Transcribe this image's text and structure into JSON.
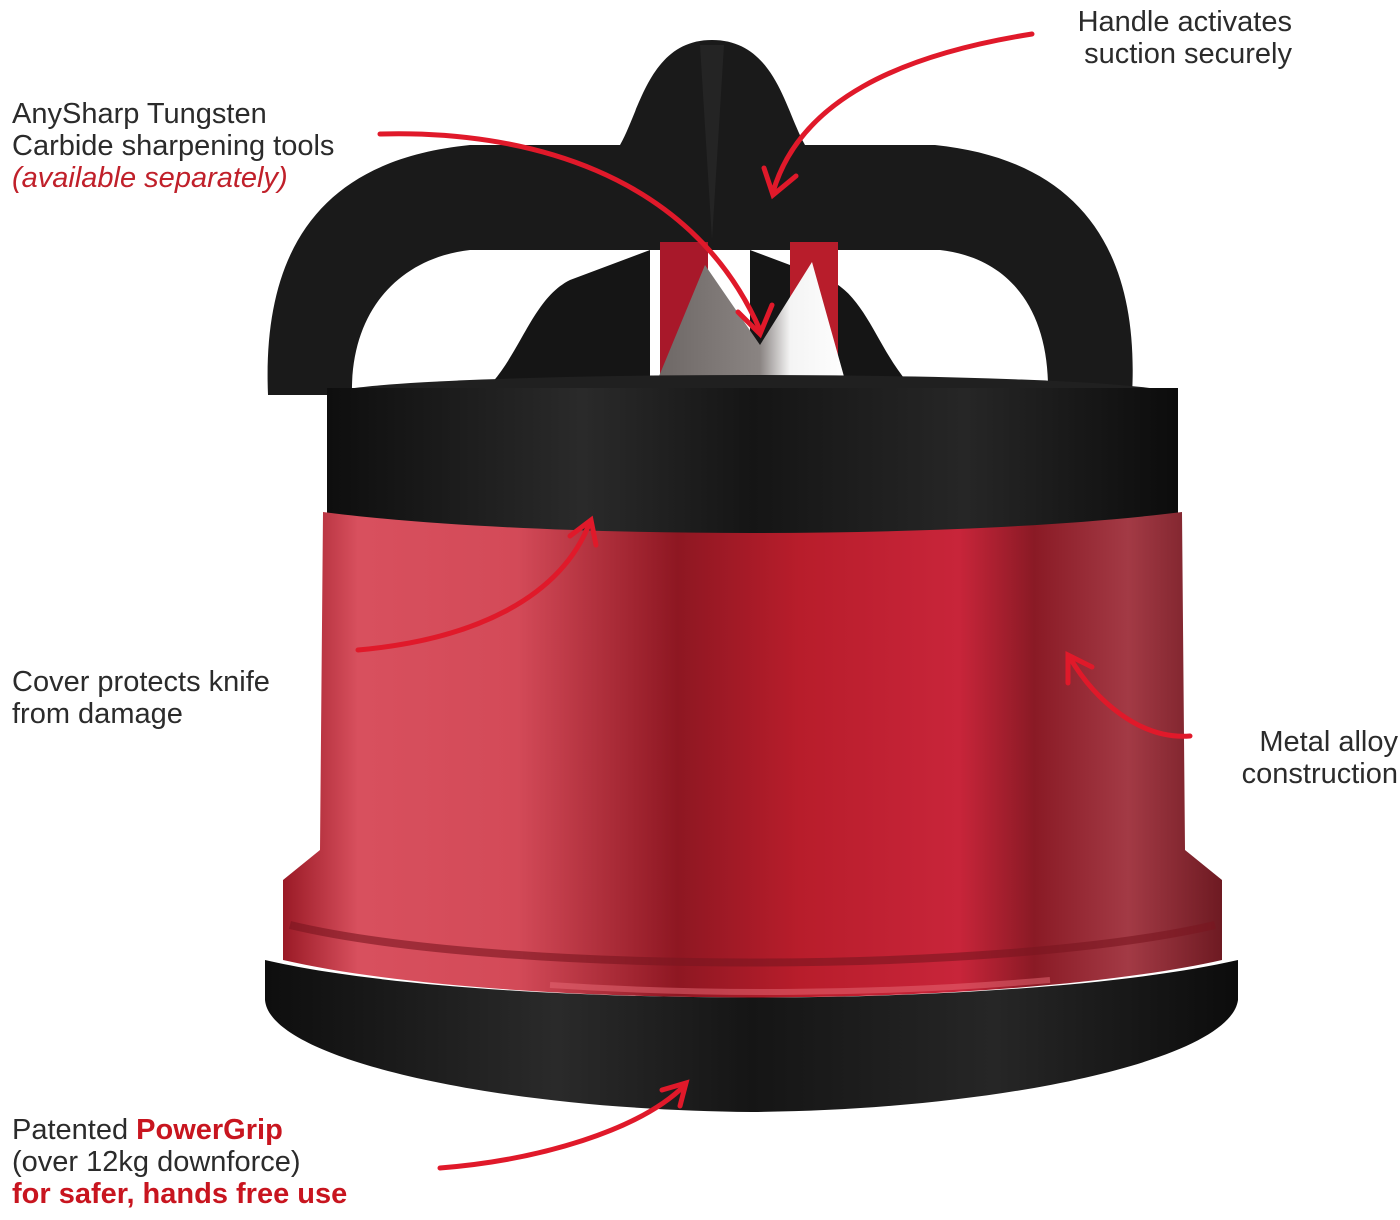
{
  "image": {
    "subject": "AnySharp knife sharpener product feature diagram",
    "background_color": "#ffffff",
    "colors": {
      "body_red": "#b81d2b",
      "body_red_highlight": "#d8505e",
      "body_red_shadow": "#7e1620",
      "plastic_black": "#1a1a1a",
      "arrow_red": "#e0192a",
      "text_dark": "#2b2b2b",
      "text_red": "#c8151f"
    }
  },
  "callouts": {
    "tools": {
      "line1": "AnySharp Tungsten",
      "line2": "Carbide sharpening tools",
      "line3": "(available separately)"
    },
    "handle": {
      "line1": "Handle activates",
      "line2": "suction securely"
    },
    "cover": {
      "line1": "Cover protects knife",
      "line2": "from damage"
    },
    "metal": {
      "line1": "Metal alloy",
      "line2": "construction"
    },
    "grip": {
      "line1_prefix": "Patented ",
      "line1_bold": "PowerGrip",
      "line2": "(over 12kg downforce)",
      "line3": "for safer, hands free use"
    }
  },
  "icons": {
    "arrows": [
      "arrow-to-tools",
      "arrow-to-handle",
      "arrow-to-cover",
      "arrow-to-body",
      "arrow-to-base"
    ]
  }
}
